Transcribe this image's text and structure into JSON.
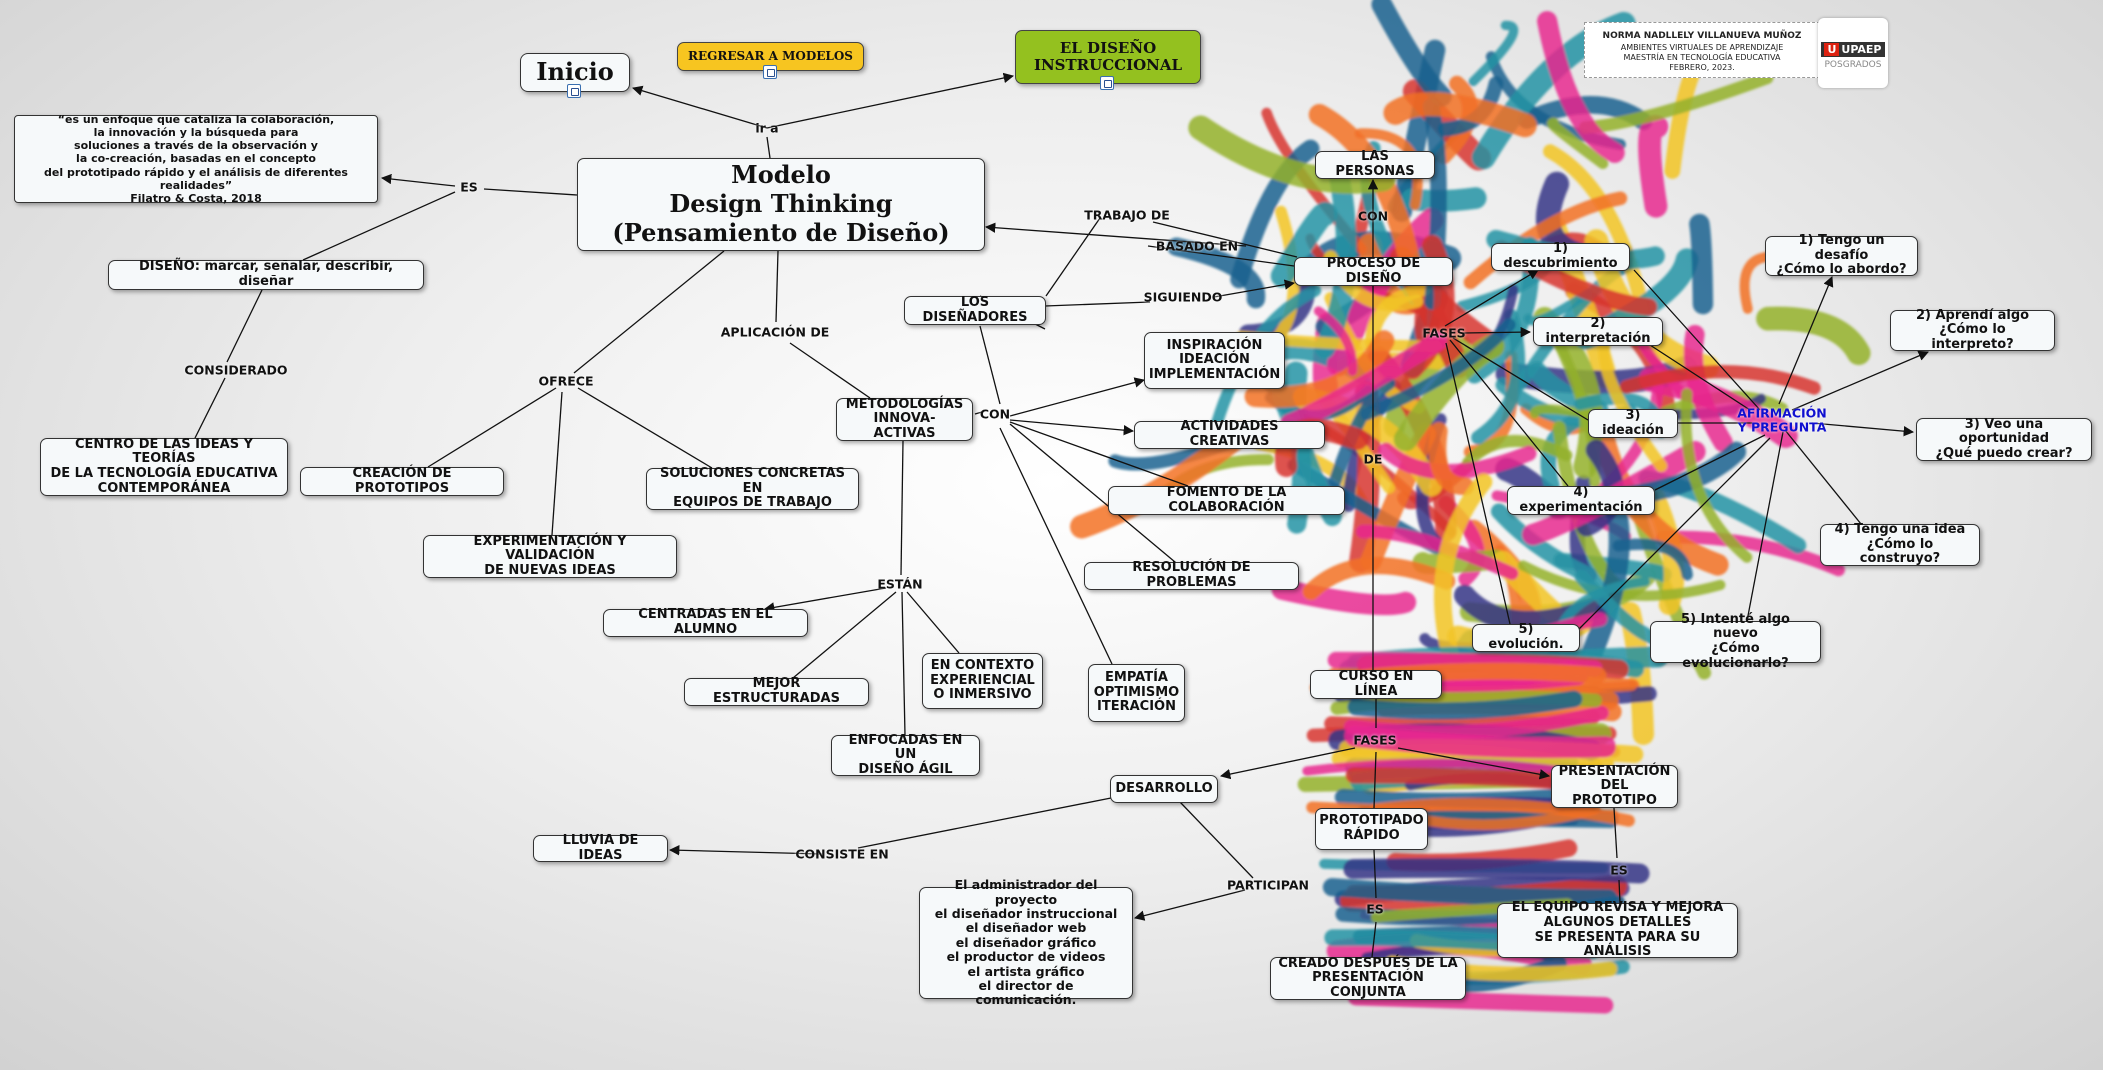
{
  "root": "Modelo\nDesign Thinking\n(Pensamiento de Diseño)",
  "nav": {
    "inicio": "Inicio",
    "regresar": "REGRESAR A MODELOS",
    "diseno_instruccional": "EL DISEÑO\nINSTRUCCIONAL",
    "ir_a": "ir a"
  },
  "credit": {
    "name": "NORMA NADLLELY VILLANUEVA MUÑOZ",
    "line1": "AMBIENTES VIRTUALES DE APRENDIZAJE",
    "line2": "MAESTRÍA EN TECNOLOGÍA EDUCATIVA",
    "line3": "FEBRERO, 2023.",
    "logo_mark": "U",
    "logo_text": "UPAEP",
    "logo_sub": "POSGRADOS"
  },
  "nodes": {
    "quote": "“es un enfoque que cataliza la colaboración,\nla innovación y la búsqueda para\nsoluciones a través de la observación y\nla co-creación, basadas en el concepto\ndel prototipado rápido y el análisis de diferentes realidades”\nFilatro & Costa,  2018",
    "diseno_def": "DISEÑO: marcar, señalar, describir, diseñar",
    "centro": "CENTRO DE LAS IDEAS Y TEORÍAS\nDE LA TECNOLOGÍA EDUCATIVA\nCONTEMPORÁNEA",
    "creacion": "CREACIÓN DE PROTOTIPOS",
    "experimentacion_val": "EXPERIMENTACIÓN Y VALIDACIÓN\nDE NUEVAS IDEAS",
    "soluciones": "SOLUCIONES CONCRETAS EN\nEQUIPOS DE TRABAJO",
    "metodologias": "METODOLOGÍAS\nINNOVA-ACTIVAS",
    "centradas": "CENTRADAS EN EL ALUMNO",
    "mejor": "MEJOR ESTRUCTURADAS",
    "contexto": "EN CONTEXTO\nEXPERIENCIAL\nO INMERSIVO",
    "enfocadas": "ENFOCADAS EN UN\nDISEÑO ÁGIL",
    "disenadores": "LOS DISEÑADORES",
    "inspiracion": "INSPIRACIÓN\nIDEACIÓN\nIMPLEMENTACIÓN",
    "actividades": "ACTIVIDADES CREATIVAS",
    "fomento": "FOMENTO DE LA COLABORACIÓN",
    "resolucion": "RESOLUCIÓN DE PROBLEMAS",
    "empatia": "EMPATÍA\nOPTIMISMO\nITERACIÓN",
    "personas": "LAS PERSONAS",
    "proceso": "PROCESO DE DISEÑO",
    "f1": "1) descubrimiento",
    "f2": "2) interpretación",
    "f3": "3) ideación",
    "f4": "4) experimentación",
    "f5": "5) evolución.",
    "afirmacion": "AFIRMACIÓN\nY PREGUNTA",
    "q1": "1) Tengo un desafío\n¿Cómo lo abordo?",
    "q2": "2) Aprendí algo\n¿Cómo lo interpreto?",
    "q3": "3) Veo una oportunidad\n¿Qué puedo crear?",
    "q4": "4) Tengo una idea\n¿Cómo lo construyo?",
    "q5": "5) Intenté algo nuevo\n¿Cómo evolucionarlo?",
    "curso": "CURSO EN LÍNEA",
    "desarrollo": "DESARROLLO",
    "presentacion": "PRESENTACIÓN\nDEL PROTOTIPO",
    "prototipado": "PROTOTIPADO\nRÁPIDO",
    "lluvia": "LLUVIA DE IDEAS",
    "administrador": "El administrador del proyecto\nel diseñador instruccional\nel diseñador web\nel diseñador gráfico\nel productor de videos\nel artista gráfico\nel director de comunicación.",
    "equipo": "EL EQUIPO REVISA Y MEJORA\nALGUNOS DETALLES\nSE PRESENTA PARA SU ANÁLISIS",
    "creado": "CREADO DESPUÉS DE LA\nPRESENTACIÓN CONJUNTA"
  },
  "labels": {
    "es": "ES",
    "considerado": "CONSIDERADO",
    "ofrece": "OFRECE",
    "aplicacion": "APLICACIÓN DE",
    "estan": "ESTÁN",
    "con1": "CON",
    "trabajo": "TRABAJO DE",
    "basado": "BASADO EN",
    "siguiendo": "SIGUIENDO",
    "con2": "CON",
    "fases1": "FASES",
    "de": "DE",
    "fases2": "FASES",
    "consiste": "CONSISTE EN",
    "participan": "PARTICIPAN",
    "es2": "ES",
    "es3": "ES"
  },
  "colors": {
    "yellow_button": "#f7c520",
    "green_button": "#94c11f",
    "afirmacion_text": "#1010d0",
    "bulb_brush": [
      "#1b8ea0",
      "#f2c21b",
      "#e81c8a",
      "#d62a23",
      "#2a2a80",
      "#8fae22",
      "#f26a1b",
      "#0e5a8a"
    ]
  }
}
